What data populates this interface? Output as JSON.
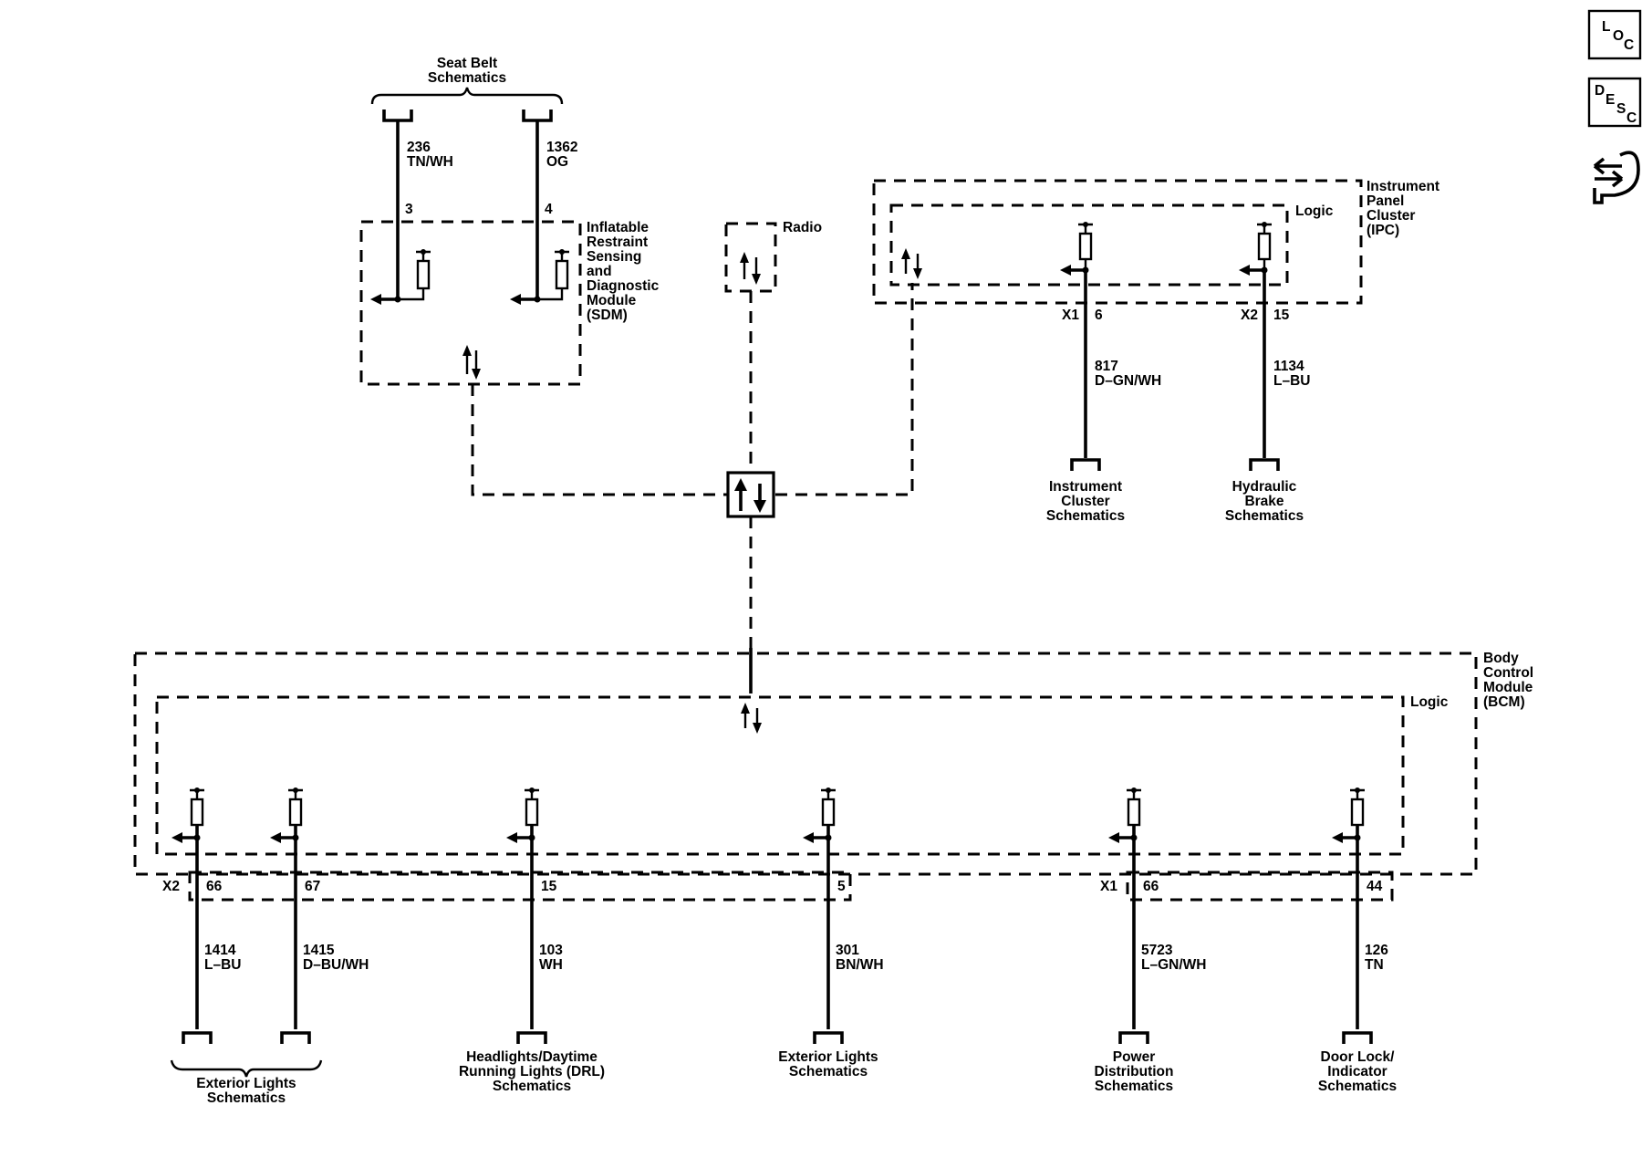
{
  "sidebar": {
    "loc": {
      "big": "L",
      "sub": "O",
      "sub2": "C"
    },
    "desc": {
      "big": "D",
      "sub": "E",
      "sub2": "S",
      "sub3": "C"
    }
  },
  "seat_belt": {
    "l1": "Seat Belt",
    "l2": "Schematics"
  },
  "sdm": {
    "lines": [
      "Inflatable",
      "Restraint",
      "Sensing",
      "and",
      "Diagnostic",
      "Module",
      "(SDM)"
    ],
    "pin_a": "3",
    "pin_b": "4"
  },
  "sdm_wires": [
    {
      "circuit": "236",
      "color": "TN/WH"
    },
    {
      "circuit": "1362",
      "color": "OG"
    }
  ],
  "radio": {
    "label": "Radio"
  },
  "ipc": {
    "lines": [
      "Instrument",
      "Panel",
      "Cluster",
      "(IPC)"
    ],
    "logic": "Logic",
    "conn1": "X1",
    "pin1": "6",
    "circuit1": "817",
    "color1": "D–GN/WH",
    "conn2": "X2",
    "pin2": "15",
    "circuit2": "1134",
    "color2": "L–BU",
    "dest1": [
      "Instrument",
      "Cluster",
      "Schematics"
    ],
    "dest2": [
      "Hydraulic",
      "Brake",
      "Schematics"
    ]
  },
  "bcm": {
    "lines": [
      "Body",
      "Control",
      "Module",
      "(BCM)"
    ],
    "logic": "Logic",
    "conn_x2": "X2",
    "conn_x1": "X1",
    "pins": [
      {
        "pin": "66",
        "circuit": "1414",
        "color": "L–BU"
      },
      {
        "pin": "67",
        "circuit": "1415",
        "color": "D–BU/WH"
      },
      {
        "pin": "15",
        "circuit": "103",
        "color": "WH"
      },
      {
        "pin": "5",
        "circuit": "301",
        "color": "BN/WH"
      },
      {
        "pin": "66",
        "circuit": "5723",
        "color": "L–GN/WH"
      },
      {
        "pin": "44",
        "circuit": "126",
        "color": "TN"
      }
    ]
  },
  "destinations": {
    "exterior1": [
      "Exterior Lights",
      "Schematics"
    ],
    "headlights": [
      "Headlights/Daytime",
      "Running Lights (DRL)",
      "Schematics"
    ],
    "exterior2": [
      "Exterior Lights",
      "Schematics"
    ],
    "power": [
      "Power",
      "Distribution",
      "Schematics"
    ],
    "doorlock": [
      "Door Lock/",
      "Indicator",
      "Schematics"
    ]
  }
}
